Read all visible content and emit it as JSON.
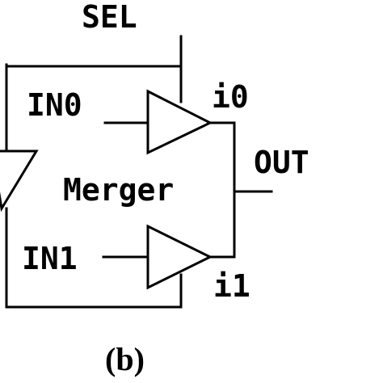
{
  "diagram": {
    "labels": {
      "sel": "SEL",
      "in0": "IN0",
      "in1": "IN1",
      "i0": "i0",
      "i1": "i1",
      "out": "OUT",
      "merger": "Merger",
      "caption": "(b)"
    },
    "colors": {
      "stroke": "#000000",
      "background": "#ffffff"
    }
  }
}
